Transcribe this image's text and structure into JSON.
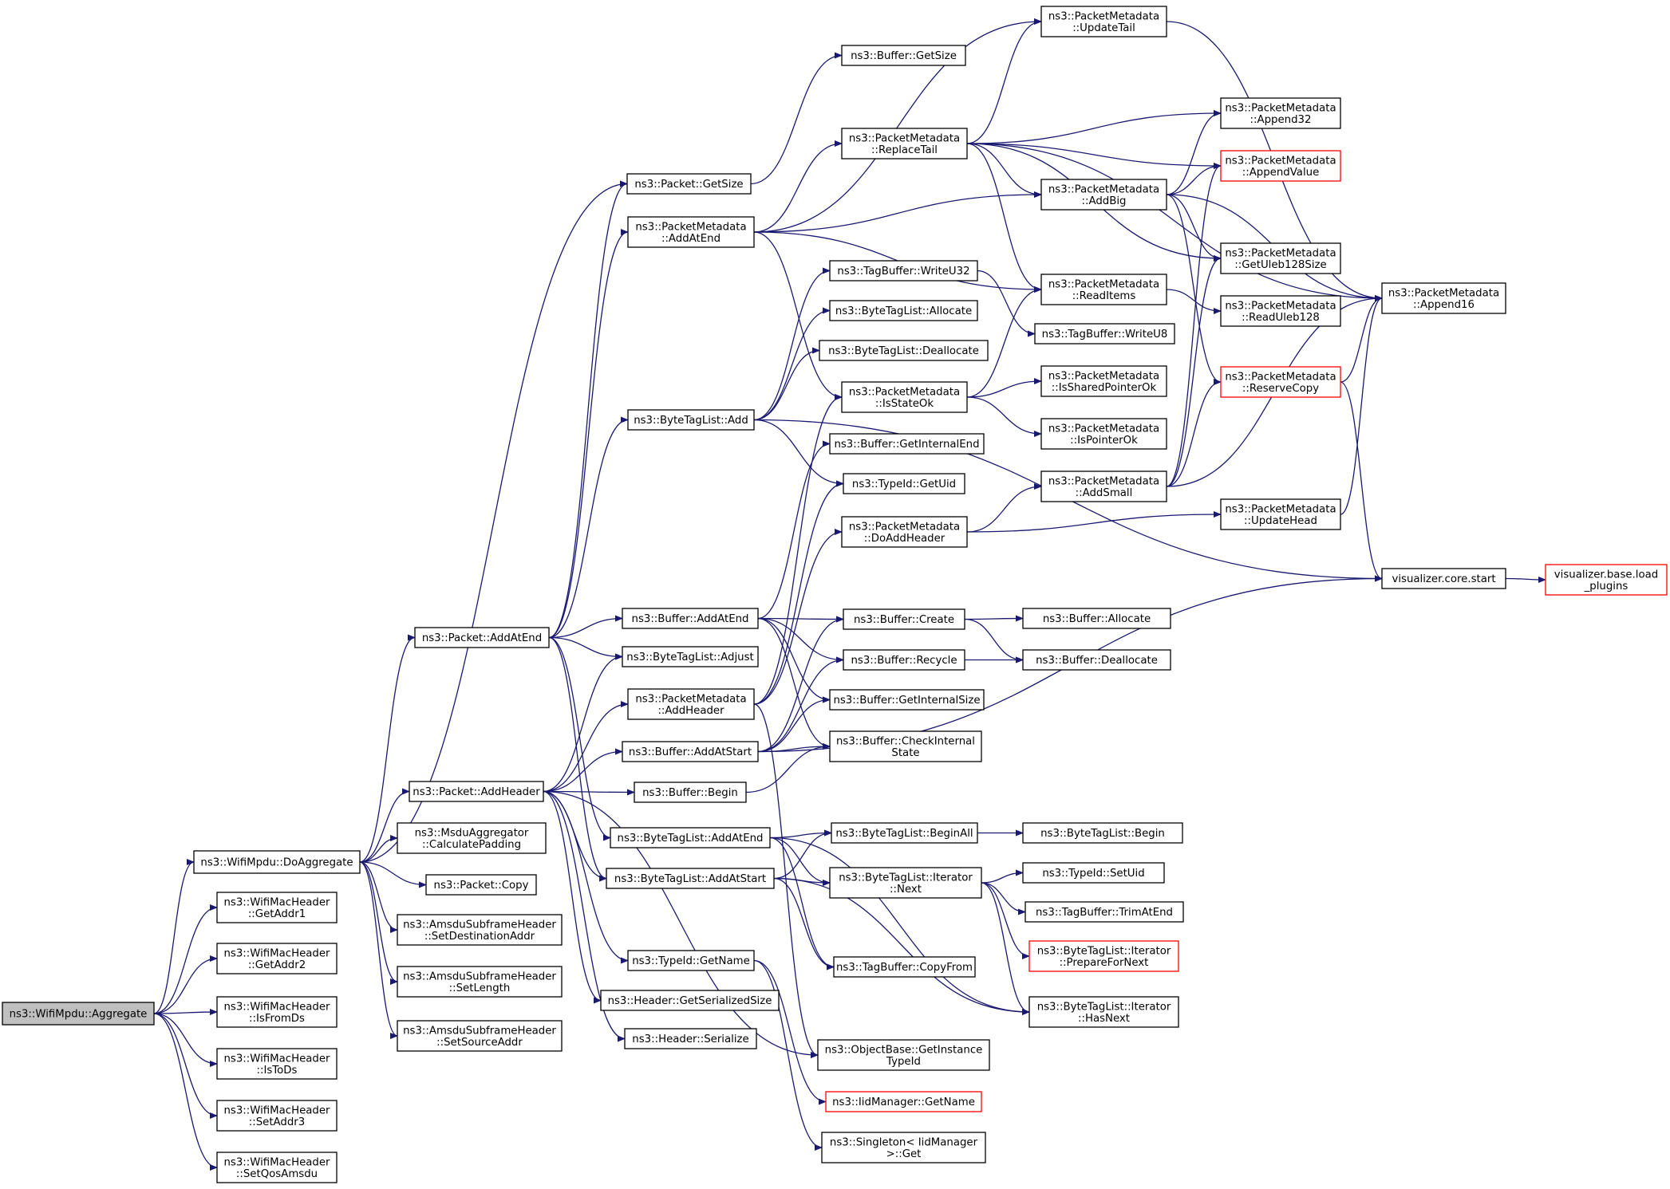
{
  "nodes": [
    {
      "id": "aggregate",
      "lines": [
        "ns3::WifiMpdu::Aggregate"
      ],
      "variant": "root"
    },
    {
      "id": "doaggregate",
      "lines": [
        "ns3::WifiMpdu::DoAggregate"
      ]
    },
    {
      "id": "getaddr1",
      "lines": [
        "ns3::WifiMacHeader",
        "::GetAddr1"
      ]
    },
    {
      "id": "getaddr2",
      "lines": [
        "ns3::WifiMacHeader",
        "::GetAddr2"
      ]
    },
    {
      "id": "isfromds",
      "lines": [
        "ns3::WifiMacHeader",
        "::IsFromDs"
      ]
    },
    {
      "id": "istods",
      "lines": [
        "ns3::WifiMacHeader",
        "::IsToDs"
      ]
    },
    {
      "id": "setaddr3",
      "lines": [
        "ns3::WifiMacHeader",
        "::SetAddr3"
      ]
    },
    {
      "id": "setqosamsdu",
      "lines": [
        "ns3::WifiMacHeader",
        "::SetQosAmsdu"
      ]
    },
    {
      "id": "pkt_getsize",
      "lines": [
        "ns3::Packet::GetSize"
      ]
    },
    {
      "id": "pkt_addatend",
      "lines": [
        "ns3::Packet::AddAtEnd"
      ]
    },
    {
      "id": "pkt_addheader",
      "lines": [
        "ns3::Packet::AddHeader"
      ]
    },
    {
      "id": "calcpadding",
      "lines": [
        "ns3::MsduAggregator",
        "::CalculatePadding"
      ]
    },
    {
      "id": "pkt_copy",
      "lines": [
        "ns3::Packet::Copy"
      ]
    },
    {
      "id": "setdestaddr",
      "lines": [
        "ns3::AmsduSubframeHeader",
        "::SetDestinationAddr"
      ]
    },
    {
      "id": "setlength",
      "lines": [
        "ns3::AmsduSubframeHeader",
        "::SetLength"
      ]
    },
    {
      "id": "setsourceaddr",
      "lines": [
        "ns3::AmsduSubframeHeader",
        "::SetSourceAddr"
      ]
    },
    {
      "id": "buf_getsize",
      "lines": [
        "ns3::Buffer::GetSize"
      ]
    },
    {
      "id": "pm_addatend",
      "lines": [
        "ns3::PacketMetadata",
        "::AddAtEnd"
      ]
    },
    {
      "id": "btl_add",
      "lines": [
        "ns3::ByteTagList::Add"
      ]
    },
    {
      "id": "buf_addatend",
      "lines": [
        "ns3::Buffer::AddAtEnd"
      ]
    },
    {
      "id": "btl_adjust",
      "lines": [
        "ns3::ByteTagList::Adjust"
      ]
    },
    {
      "id": "pm_addheader",
      "lines": [
        "ns3::PacketMetadata",
        "::AddHeader"
      ]
    },
    {
      "id": "buf_addatstart",
      "lines": [
        "ns3::Buffer::AddAtStart"
      ]
    },
    {
      "id": "buf_begin",
      "lines": [
        "ns3::Buffer::Begin"
      ]
    },
    {
      "id": "btl_addatend",
      "lines": [
        "ns3::ByteTagList::AddAtEnd"
      ]
    },
    {
      "id": "btl_addatstart",
      "lines": [
        "ns3::ByteTagList::AddAtStart"
      ]
    },
    {
      "id": "typeid_getname",
      "lines": [
        "ns3::TypeId::GetName"
      ]
    },
    {
      "id": "hdr_getsersize",
      "lines": [
        "ns3::Header::GetSerializedSize"
      ]
    },
    {
      "id": "hdr_serialize",
      "lines": [
        "ns3::Header::Serialize"
      ]
    },
    {
      "id": "pm_replacetail",
      "lines": [
        "ns3::PacketMetadata",
        "::ReplaceTail"
      ]
    },
    {
      "id": "tb_writeu32",
      "lines": [
        "ns3::TagBuffer::WriteU32"
      ]
    },
    {
      "id": "btl_allocate",
      "lines": [
        "ns3::ByteTagList::Allocate"
      ]
    },
    {
      "id": "btl_deallocate",
      "lines": [
        "ns3::ByteTagList::Deallocate"
      ]
    },
    {
      "id": "pm_isstateok",
      "lines": [
        "ns3::PacketMetadata",
        "::IsStateOk"
      ]
    },
    {
      "id": "buf_getinternalend",
      "lines": [
        "ns3::Buffer::GetInternalEnd"
      ]
    },
    {
      "id": "typeid_getuid",
      "lines": [
        "ns3::TypeId::GetUid"
      ]
    },
    {
      "id": "pm_doaddheader",
      "lines": [
        "ns3::PacketMetadata",
        "::DoAddHeader"
      ]
    },
    {
      "id": "buf_create",
      "lines": [
        "ns3::Buffer::Create"
      ]
    },
    {
      "id": "buf_recycle",
      "lines": [
        "ns3::Buffer::Recycle"
      ]
    },
    {
      "id": "buf_getinternalsize",
      "lines": [
        "ns3::Buffer::GetInternalSize"
      ]
    },
    {
      "id": "buf_checkinternal",
      "lines": [
        "ns3::Buffer::CheckInternal",
        "State"
      ]
    },
    {
      "id": "btl_beginall",
      "lines": [
        "ns3::ByteTagList::BeginAll"
      ]
    },
    {
      "id": "btl_iter_next",
      "lines": [
        "ns3::ByteTagList::Iterator",
        "::Next"
      ]
    },
    {
      "id": "tb_copyfrom",
      "lines": [
        "ns3::TagBuffer::CopyFrom"
      ]
    },
    {
      "id": "ob_getinsttypeid",
      "lines": [
        "ns3::ObjectBase::GetInstance",
        "TypeId"
      ]
    },
    {
      "id": "iid_getname",
      "lines": [
        "ns3::IidManager::GetName"
      ],
      "variant": "red"
    },
    {
      "id": "singleton_get",
      "lines": [
        "ns3::Singleton< IidManager",
        ">::Get"
      ]
    },
    {
      "id": "pm_updatetail",
      "lines": [
        "ns3::PacketMetadata",
        "::UpdateTail"
      ]
    },
    {
      "id": "pm_addbig",
      "lines": [
        "ns3::PacketMetadata",
        "::AddBig"
      ]
    },
    {
      "id": "pm_readitems",
      "lines": [
        "ns3::PacketMetadata",
        "::ReadItems"
      ]
    },
    {
      "id": "tb_writeu8",
      "lines": [
        "ns3::TagBuffer::WriteU8"
      ]
    },
    {
      "id": "pm_issharedptrok",
      "lines": [
        "ns3::PacketMetadata",
        "::IsSharedPointerOk"
      ]
    },
    {
      "id": "pm_isptrok",
      "lines": [
        "ns3::PacketMetadata",
        "::IsPointerOk"
      ]
    },
    {
      "id": "pm_addsmall",
      "lines": [
        "ns3::PacketMetadata",
        "::AddSmall"
      ]
    },
    {
      "id": "buf_allocate",
      "lines": [
        "ns3::Buffer::Allocate"
      ]
    },
    {
      "id": "buf_deallocate",
      "lines": [
        "ns3::Buffer::Deallocate"
      ]
    },
    {
      "id": "btl_begin",
      "lines": [
        "ns3::ByteTagList::Begin"
      ]
    },
    {
      "id": "typeid_setuid",
      "lines": [
        "ns3::TypeId::SetUid"
      ]
    },
    {
      "id": "tb_trimatend",
      "lines": [
        "ns3::TagBuffer::TrimAtEnd"
      ]
    },
    {
      "id": "btl_iter_preparefornext",
      "lines": [
        "ns3::ByteTagList::Iterator",
        "::PrepareForNext"
      ],
      "variant": "red"
    },
    {
      "id": "btl_iter_hasnext",
      "lines": [
        "ns3::ByteTagList::Iterator",
        "::HasNext"
      ]
    },
    {
      "id": "pm_append32",
      "lines": [
        "ns3::PacketMetadata",
        "::Append32"
      ]
    },
    {
      "id": "pm_appendvalue",
      "lines": [
        "ns3::PacketMetadata",
        "::AppendValue"
      ],
      "variant": "red"
    },
    {
      "id": "pm_getuleb128size",
      "lines": [
        "ns3::PacketMetadata",
        "::GetUleb128Size"
      ]
    },
    {
      "id": "pm_readuleb128",
      "lines": [
        "ns3::PacketMetadata",
        "::ReadUleb128"
      ]
    },
    {
      "id": "pm_reservecopy",
      "lines": [
        "ns3::PacketMetadata",
        "::ReserveCopy"
      ],
      "variant": "red"
    },
    {
      "id": "pm_updatehead",
      "lines": [
        "ns3::PacketMetadata",
        "::UpdateHead"
      ]
    },
    {
      "id": "pm_append16",
      "lines": [
        "ns3::PacketMetadata",
        "::Append16"
      ]
    },
    {
      "id": "viz_core_start",
      "lines": [
        "visualizer.core.start"
      ]
    },
    {
      "id": "viz_base_load",
      "lines": [
        "visualizer.base.load",
        "_plugins"
      ],
      "variant": "red"
    }
  ],
  "edges": [
    [
      "aggregate",
      "doaggregate"
    ],
    [
      "aggregate",
      "getaddr1"
    ],
    [
      "aggregate",
      "getaddr2"
    ],
    [
      "aggregate",
      "isfromds"
    ],
    [
      "aggregate",
      "istods"
    ],
    [
      "aggregate",
      "setaddr3"
    ],
    [
      "aggregate",
      "setqosamsdu"
    ],
    [
      "doaggregate",
      "pkt_getsize"
    ],
    [
      "doaggregate",
      "pkt_addatend"
    ],
    [
      "doaggregate",
      "pkt_addheader"
    ],
    [
      "doaggregate",
      "calcpadding"
    ],
    [
      "doaggregate",
      "pkt_copy"
    ],
    [
      "doaggregate",
      "setdestaddr"
    ],
    [
      "doaggregate",
      "setlength"
    ],
    [
      "doaggregate",
      "setsourceaddr"
    ],
    [
      "pkt_getsize",
      "buf_getsize"
    ],
    [
      "pkt_addatend",
      "pkt_getsize"
    ],
    [
      "pkt_addatend",
      "pm_addatend"
    ],
    [
      "pkt_addatend",
      "btl_add"
    ],
    [
      "pkt_addatend",
      "buf_addatend"
    ],
    [
      "pkt_addatend",
      "btl_adjust"
    ],
    [
      "pkt_addatend",
      "btl_addatend"
    ],
    [
      "pkt_addatend",
      "btl_addatstart"
    ],
    [
      "pkt_addheader",
      "btl_adjust"
    ],
    [
      "pkt_addheader",
      "pm_addheader"
    ],
    [
      "pkt_addheader",
      "buf_addatstart"
    ],
    [
      "pkt_addheader",
      "buf_begin"
    ],
    [
      "pkt_addheader",
      "btl_addatstart"
    ],
    [
      "pkt_addheader",
      "typeid_getname"
    ],
    [
      "pkt_addheader",
      "hdr_getsersize"
    ],
    [
      "pkt_addheader",
      "hdr_serialize"
    ],
    [
      "pkt_addheader",
      "ob_getinsttypeid"
    ],
    [
      "pm_addatend",
      "pm_updatetail"
    ],
    [
      "pm_addatend",
      "pm_replacetail"
    ],
    [
      "pm_addatend",
      "pm_addbig"
    ],
    [
      "pm_addatend",
      "pm_readitems"
    ],
    [
      "pm_addatend",
      "pm_isstateok"
    ],
    [
      "btl_add",
      "tb_writeu32"
    ],
    [
      "btl_add",
      "btl_allocate"
    ],
    [
      "btl_add",
      "btl_deallocate"
    ],
    [
      "btl_add",
      "typeid_getuid"
    ],
    [
      "btl_add",
      "viz_core_start"
    ],
    [
      "buf_addatend",
      "buf_getinternalend"
    ],
    [
      "buf_addatend",
      "buf_create"
    ],
    [
      "buf_addatend",
      "buf_recycle"
    ],
    [
      "buf_addatend",
      "buf_getinternalsize"
    ],
    [
      "buf_addatend",
      "buf_checkinternal"
    ],
    [
      "pm_addheader",
      "pm_isstateok"
    ],
    [
      "pm_addheader",
      "typeid_getuid"
    ],
    [
      "pm_addheader",
      "pm_doaddheader"
    ],
    [
      "pm_addheader",
      "ob_getinsttypeid"
    ],
    [
      "buf_addatstart",
      "buf_create"
    ],
    [
      "buf_addatstart",
      "buf_recycle"
    ],
    [
      "buf_addatstart",
      "buf_getinternalsize"
    ],
    [
      "buf_addatstart",
      "buf_checkinternal"
    ],
    [
      "buf_addatstart",
      "viz_core_start"
    ],
    [
      "buf_begin",
      "buf_checkinternal"
    ],
    [
      "btl_addatend",
      "btl_beginall"
    ],
    [
      "btl_addatend",
      "btl_iter_next"
    ],
    [
      "btl_addatend",
      "tb_copyfrom"
    ],
    [
      "btl_addatend",
      "btl_iter_hasnext"
    ],
    [
      "btl_addatstart",
      "btl_beginall"
    ],
    [
      "btl_addatstart",
      "btl_iter_next"
    ],
    [
      "btl_addatstart",
      "tb_copyfrom"
    ],
    [
      "btl_addatstart",
      "btl_iter_hasnext"
    ],
    [
      "typeid_getname",
      "iid_getname"
    ],
    [
      "typeid_getname",
      "singleton_get"
    ],
    [
      "pm_replacetail",
      "pm_updatetail"
    ],
    [
      "pm_replacetail",
      "pm_append32"
    ],
    [
      "pm_replacetail",
      "pm_appendvalue"
    ],
    [
      "pm_replacetail",
      "pm_addbig"
    ],
    [
      "pm_replacetail",
      "pm_readitems"
    ],
    [
      "pm_replacetail",
      "pm_getuleb128size"
    ],
    [
      "pm_replacetail",
      "pm_append16"
    ],
    [
      "tb_writeu32",
      "tb_writeu8"
    ],
    [
      "pm_isstateok",
      "pm_readitems"
    ],
    [
      "pm_isstateok",
      "pm_issharedptrok"
    ],
    [
      "pm_isstateok",
      "pm_isptrok"
    ],
    [
      "pm_doaddheader",
      "pm_addsmall"
    ],
    [
      "pm_doaddheader",
      "pm_updatehead"
    ],
    [
      "buf_create",
      "buf_allocate"
    ],
    [
      "buf_create",
      "buf_deallocate"
    ],
    [
      "buf_recycle",
      "buf_deallocate"
    ],
    [
      "btl_beginall",
      "btl_begin"
    ],
    [
      "btl_iter_next",
      "typeid_setuid"
    ],
    [
      "btl_iter_next",
      "tb_trimatend"
    ],
    [
      "btl_iter_next",
      "btl_iter_preparefornext"
    ],
    [
      "btl_iter_next",
      "btl_iter_hasnext"
    ],
    [
      "pm_updatetail",
      "pm_append16"
    ],
    [
      "pm_addbig",
      "pm_append32"
    ],
    [
      "pm_addbig",
      "pm_appendvalue"
    ],
    [
      "pm_addbig",
      "pm_getuleb128size"
    ],
    [
      "pm_addbig",
      "pm_reservecopy"
    ],
    [
      "pm_addbig",
      "pm_append16"
    ],
    [
      "pm_readitems",
      "pm_readuleb128"
    ],
    [
      "pm_addsmall",
      "pm_appendvalue"
    ],
    [
      "pm_addsmall",
      "pm_getuleb128size"
    ],
    [
      "pm_addsmall",
      "pm_reservecopy"
    ],
    [
      "pm_addsmall",
      "pm_append16"
    ],
    [
      "pm_reservecopy",
      "pm_append16"
    ],
    [
      "pm_reservecopy",
      "viz_core_start"
    ],
    [
      "pm_updatehead",
      "pm_append16"
    ],
    [
      "viz_core_start",
      "viz_base_load"
    ]
  ]
}
